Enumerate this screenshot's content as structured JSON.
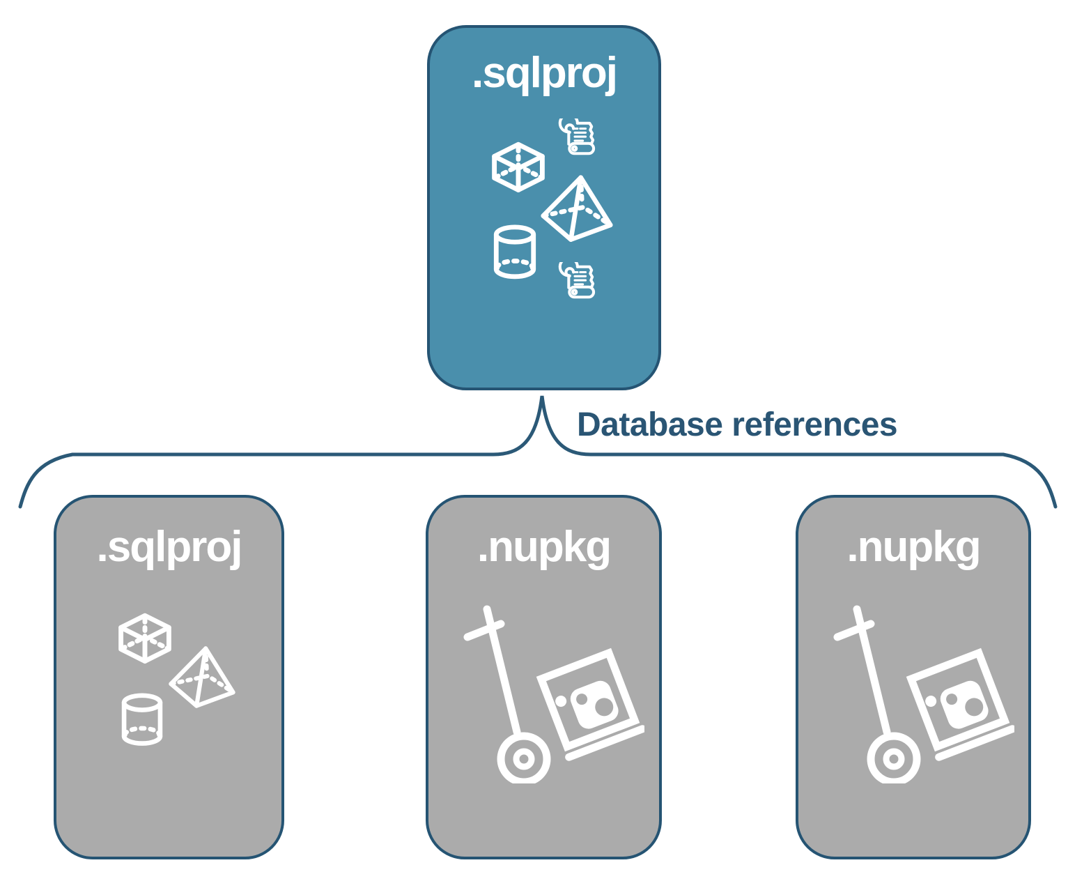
{
  "title": "SQL project database references diagram",
  "colors": {
    "teal": "#4A8FAC",
    "node_gray": "#ABABAB",
    "outline": "#255473",
    "connector": "#2B5977",
    "label": "#2A5574",
    "icon": "#FFFFFF"
  },
  "connector": {
    "label": "Database references"
  },
  "nodes": {
    "root": {
      "label": ".sqlproj",
      "icons": [
        "script-scroll",
        "cube",
        "pyramid",
        "cylinder",
        "script-scroll"
      ]
    },
    "children": [
      {
        "label": ".sqlproj",
        "icons": [
          "cube",
          "pyramid",
          "cylinder"
        ]
      },
      {
        "label": ".nupkg",
        "icons": [
          "nuget-hand-truck"
        ]
      },
      {
        "label": ".nupkg",
        "icons": [
          "nuget-hand-truck"
        ]
      }
    ]
  }
}
